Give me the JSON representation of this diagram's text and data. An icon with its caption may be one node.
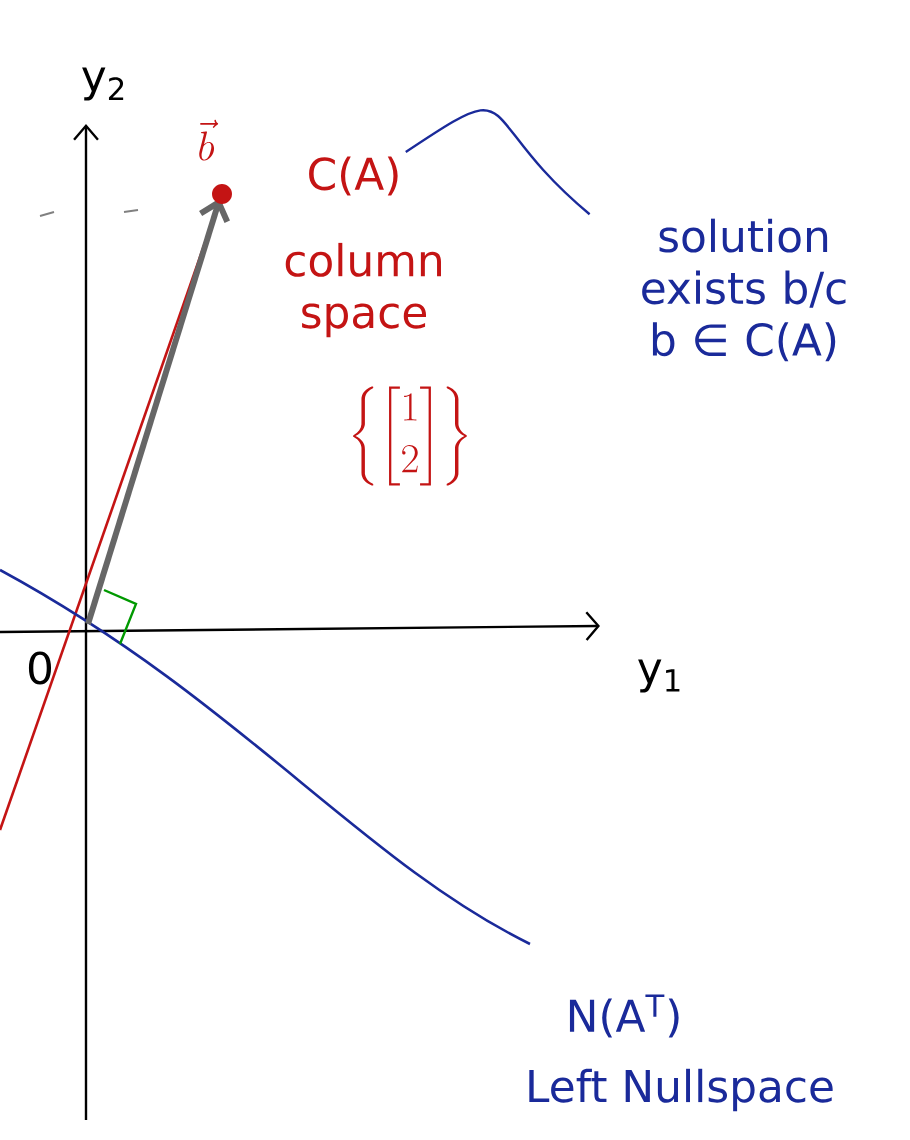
{
  "diagram": {
    "nodes": [
      {
        "text": [
          "solution exists b/c b ∈ C(A)"
        ]
      },
      {
        "text": [
          "C(A)"
        ]
      }
    ],
    "edges": [
      {
        "from": 0,
        "to": 1,
        "arrow": "none"
      }
    ],
    "labels": [
      "y$_{2}$",
      "y$_{1}$",
      "0",
      "\\vec{b}",
      "column space",
      "\\left\\{\\begin{bmatrix}1\\\\2\\end{bmatrix}\\right\\}",
      "N(A$^{T}$)",
      "Left Nullspace"
    ]
  }
}
